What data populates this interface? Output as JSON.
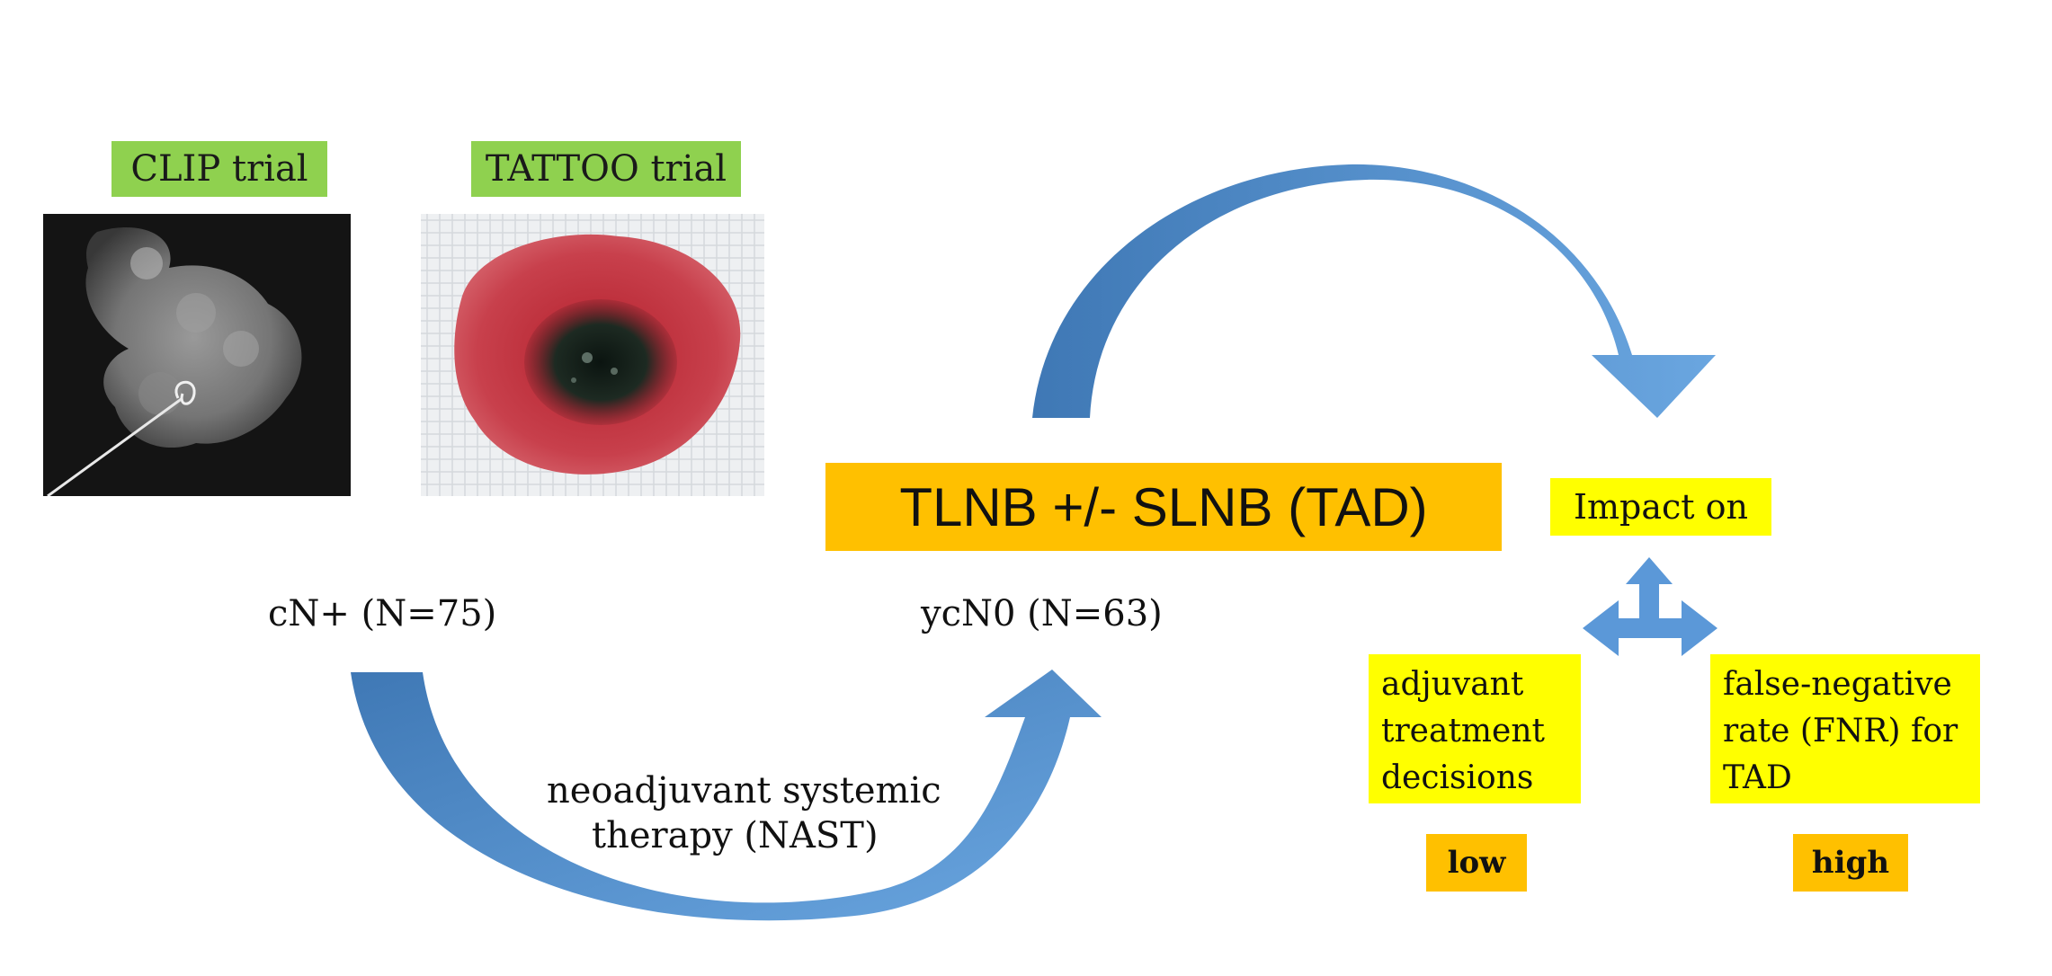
{
  "trials": {
    "clip": {
      "label": "CLIP trial"
    },
    "tattoo": {
      "label": "TATTOO trial"
    }
  },
  "flow": {
    "baseline": "cN+ (N=75)",
    "therapy_line1": "neoadjuvant systemic",
    "therapy_line2": "therapy (NAST)",
    "post": "ycN0 (N=63)",
    "procedure": "TLNB +/- SLNB (TAD)"
  },
  "impact": {
    "title": "Impact on",
    "left": {
      "line1": "adjuvant",
      "line2": "treatment",
      "line3": "decisions",
      "level": "low"
    },
    "right": {
      "line1": "false-negative",
      "line2": "rate (FNR) for",
      "line3": "TAD",
      "level": "high"
    }
  },
  "colors": {
    "arrow": "#4f8ac9",
    "arrow_light": "#6aa6e0",
    "green": "#8fd14f",
    "orange": "#ffc000",
    "yellow": "#ffff00"
  }
}
